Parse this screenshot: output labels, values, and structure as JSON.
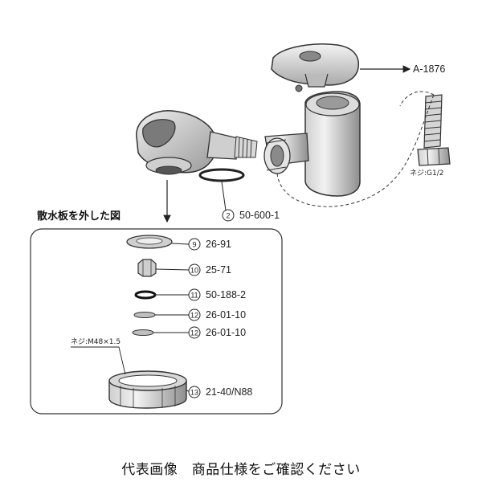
{
  "diagram": {
    "top_labels": {
      "lever_part": "A-1876",
      "hose_thread": "ネジ:G1/2",
      "seal_num": "2",
      "seal_part": "50-600-1"
    },
    "section_title": "散水板を外した図",
    "nut_thread": "ネジ:M48×1.5",
    "parts": [
      {
        "num": "9",
        "part": "26-91"
      },
      {
        "num": "10",
        "part": "25-71"
      },
      {
        "num": "11",
        "part": "50-188-2"
      },
      {
        "num": "12",
        "part": "26-01-10"
      },
      {
        "num": "12",
        "part": "26-01-10"
      },
      {
        "num": "13",
        "part": "21-40/N88"
      }
    ],
    "caption": "代表画像　商品仕様をご確認ください"
  }
}
